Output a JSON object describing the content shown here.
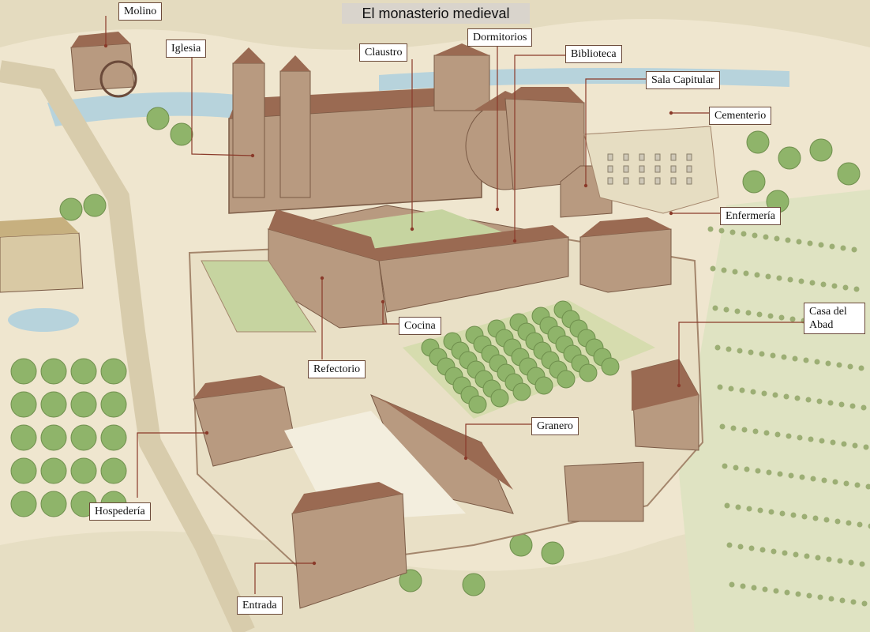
{
  "title": "El monasterio medieval",
  "labels": {
    "molino": "Molino",
    "iglesia": "Iglesia",
    "claustro": "Claustro",
    "dormitorios": "Dormitorios",
    "biblioteca": "Biblioteca",
    "sala_capitular": "Sala Capitular",
    "cementerio": "Cementerio",
    "enfermeria": "Enfermería",
    "casa_del_abad_1": "Casa del",
    "casa_del_abad_2": "Abad",
    "cocina": "Cocina",
    "refectorio": "Refectorio",
    "granero": "Granero",
    "hospederia": "Hospedería",
    "entrada": "Entrada"
  },
  "colors": {
    "ground": "#efe6cf",
    "wall": "#b89a80",
    "roof": "#9a6a52",
    "tree": "#8fb46a",
    "water": "#b7d3dc",
    "leader": "#8a3a2a"
  }
}
